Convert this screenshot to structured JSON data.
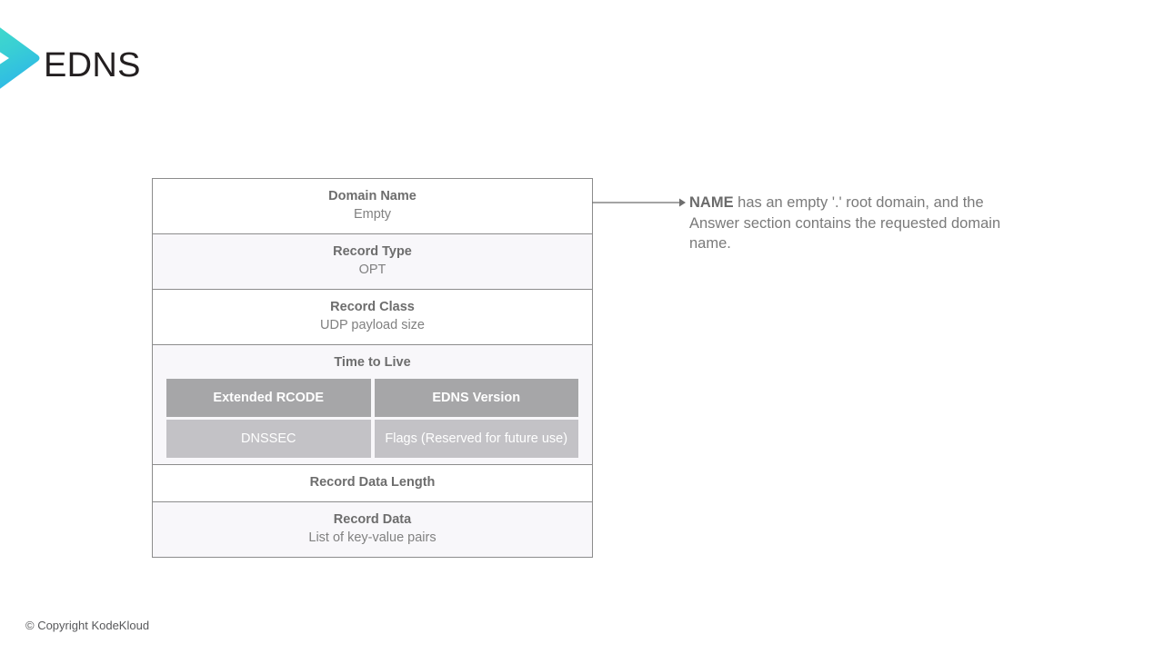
{
  "slide": {
    "title": "EDNS",
    "logo_icon": "chevron-logo-icon",
    "logo_gradient_start": "#3fd6c4",
    "logo_gradient_end": "#2fb8e8"
  },
  "packet_table": {
    "name": "EDNS OPT pseudo-record layout",
    "rows": [
      {
        "label": "Domain Name",
        "sub": "Empty",
        "tint": false
      },
      {
        "label": "Record Type",
        "sub": "OPT",
        "tint": true
      },
      {
        "label": "Record Class",
        "sub": "UDP payload size",
        "tint": false
      },
      {
        "label": "Time to Live",
        "sub": "",
        "tint": true
      },
      {
        "label": "Record Data Length",
        "sub": "",
        "tint": false
      },
      {
        "label": "Record Data",
        "sub": "List of key-value pairs",
        "tint": true
      }
    ],
    "ttl_subgrid": {
      "header_cells": [
        "Extended RCODE",
        "EDNS Version"
      ],
      "value_cells": [
        "DNSSEC",
        "Flags (Reserved for future use)"
      ],
      "header_color": "#a6a6a8",
      "value_color": "#c3c2c6"
    },
    "border_color": "#8c8c8c",
    "tint_color": "#f8f7fa",
    "label_color": "#6d6d6d",
    "sub_color": "#818181"
  },
  "callout": {
    "icon": "arrow-right-icon",
    "emphasis": "NAME",
    "text": " has an empty '.' root domain, and the Answer section contains the requested domain name.",
    "color": "#7a7a7a"
  },
  "footer": {
    "copyright": "© Copyright KodeKloud"
  }
}
